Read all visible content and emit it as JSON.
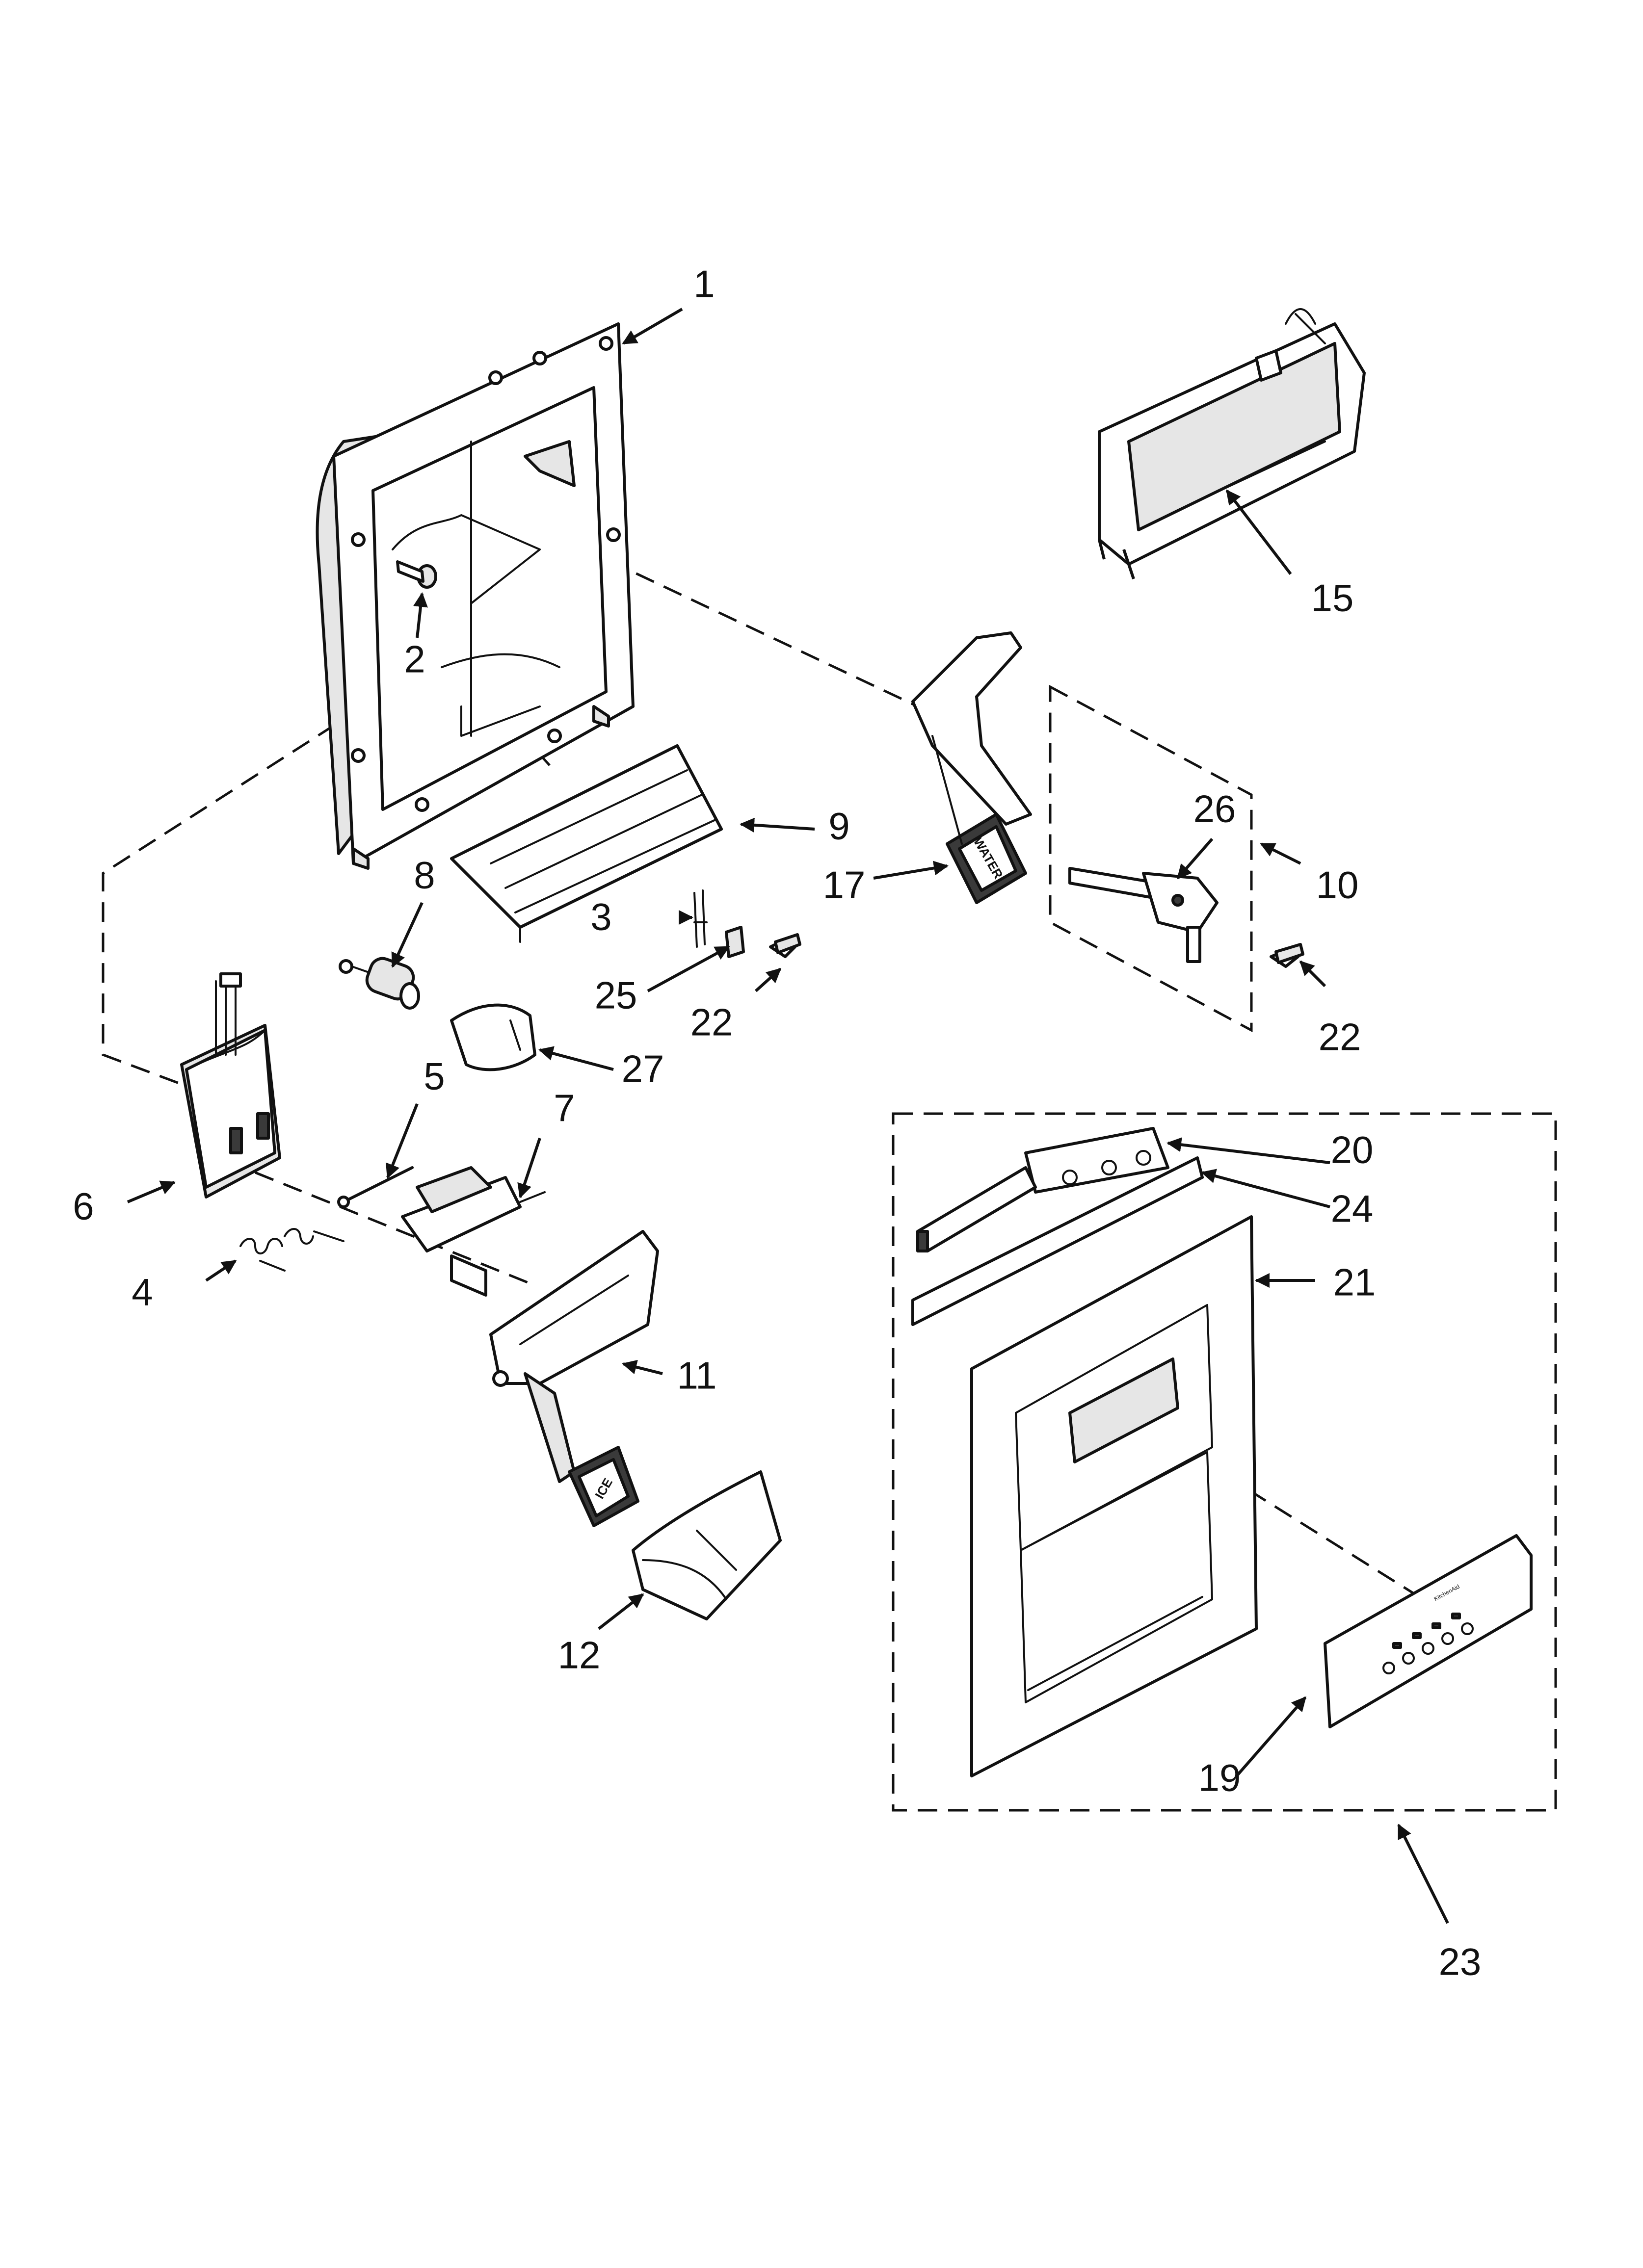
{
  "callouts": {
    "c1": "1",
    "c2": "2",
    "c3": "3",
    "c4": "4",
    "c5": "5",
    "c6": "6",
    "c7": "7",
    "c8": "8",
    "c9": "9",
    "c10": "10",
    "c11": "11",
    "c12": "12",
    "c15": "15",
    "c17": "17",
    "c19": "19",
    "c20": "20",
    "c21": "21",
    "c22a": "22",
    "c22b": "22",
    "c23": "23",
    "c24": "24",
    "c25": "25",
    "c26": "26",
    "c27": "27"
  },
  "part_labels": {
    "water_pad": "WATER",
    "ice_pad": "ICE"
  }
}
